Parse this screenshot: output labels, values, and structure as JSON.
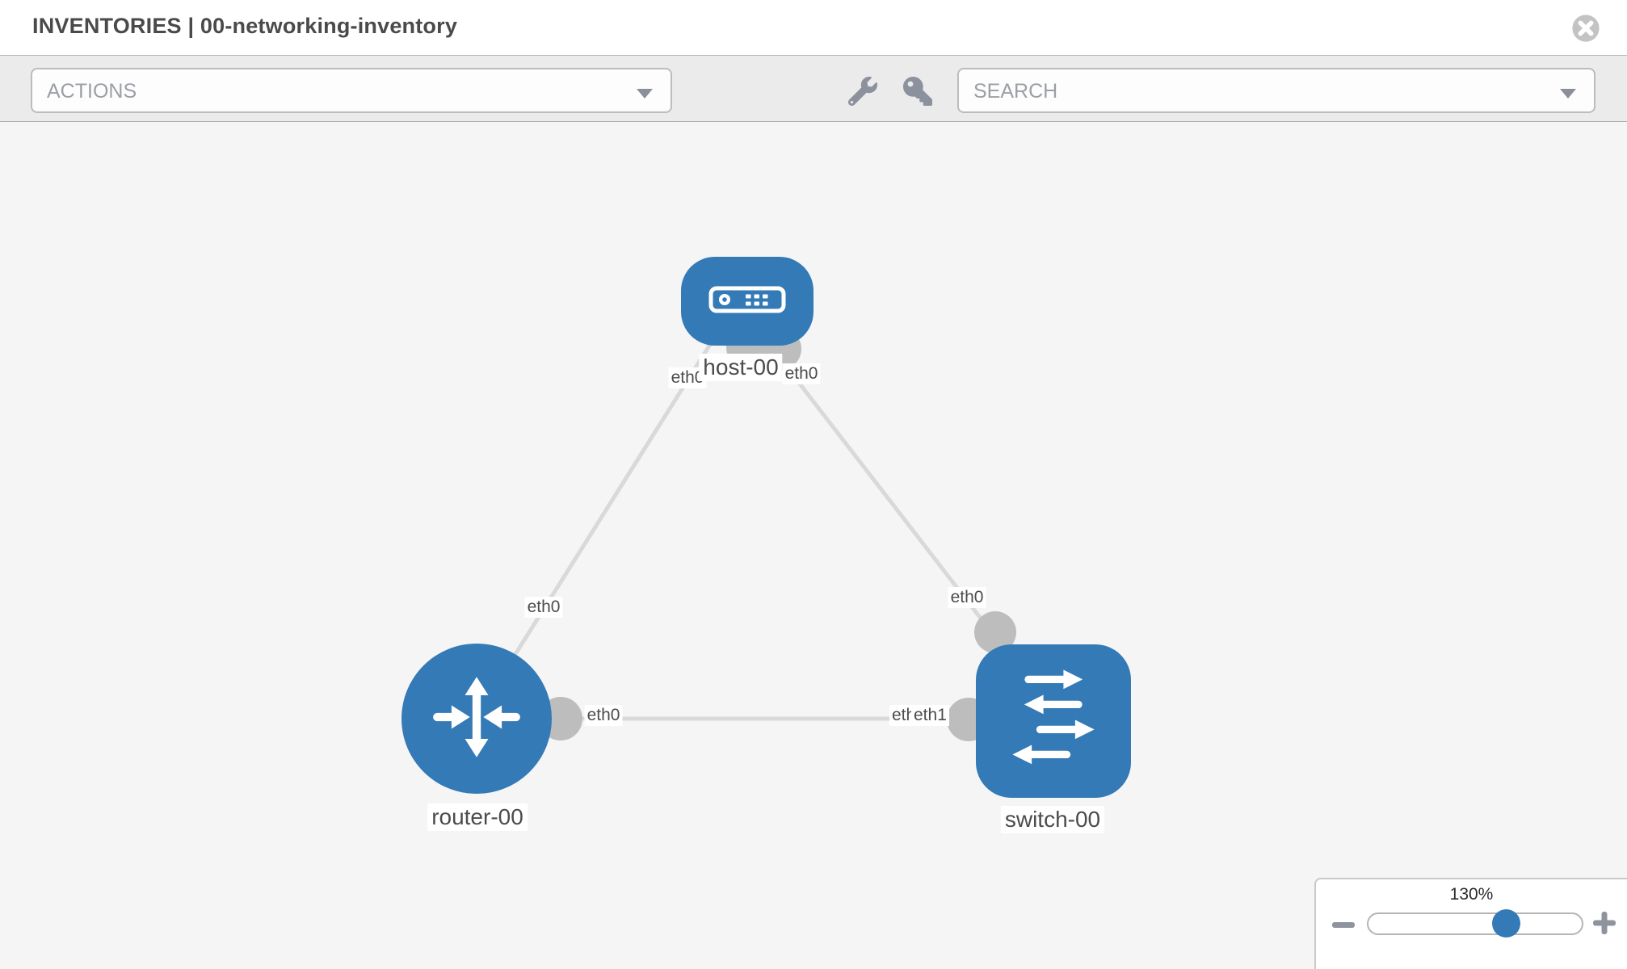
{
  "header": {
    "title": "INVENTORIES | 00-networking-inventory"
  },
  "toolbar": {
    "actions_label": "ACTIONS",
    "search_label": "SEARCH"
  },
  "icons": {
    "header": [
      "close-icon"
    ],
    "toolbar": [
      "chevron-down-icon",
      "wrench-icon",
      "key-icon",
      "chevron-down-icon"
    ],
    "zoom_panel": [
      "minus-icon",
      "plus-icon"
    ],
    "nodes": [
      "server-icon",
      "router-arrows-icon",
      "switch-arrows-icon"
    ]
  },
  "canvas": {
    "nodes": [
      {
        "id": "host-00",
        "label": "host-00",
        "type": "host",
        "shape": "rounded-rect",
        "icon": "server-icon"
      },
      {
        "id": "router-00",
        "label": "router-00",
        "type": "router",
        "shape": "circle",
        "icon": "router-arrows-icon"
      },
      {
        "id": "switch-00",
        "label": "switch-00",
        "type": "switch",
        "shape": "rounded-square",
        "icon": "switch-arrows-icon"
      }
    ],
    "links": [
      {
        "from": "host-00",
        "to": "router-00",
        "from_interface": "eth0",
        "to_interface": "eth0"
      },
      {
        "from": "host-00",
        "to": "switch-00",
        "from_interface": "eth0",
        "to_interface": "eth0"
      },
      {
        "from": "router-00",
        "to": "switch-00",
        "from_interface": "eth0",
        "to_interface": "eth1"
      }
    ],
    "interface_labels": [
      {
        "link": "host-00 - router-00",
        "end": "host-00",
        "text": "eth0"
      },
      {
        "link": "host-00 - router-00",
        "end": "router-00",
        "text": "eth0"
      },
      {
        "link": "host-00 - switch-00",
        "end": "host-00",
        "text": "eth0"
      },
      {
        "link": "host-00 - switch-00",
        "end": "switch-00",
        "text": "eth0"
      },
      {
        "link": "router-00 - switch-00",
        "end": "router-00",
        "text": "eth0"
      },
      {
        "link": "router-00 - switch-00",
        "end": "switch-00",
        "text": "eth0"
      },
      {
        "link": "router-00 - switch-00",
        "end": "switch-00",
        "text": "eth1"
      }
    ]
  },
  "zoom_control": {
    "value": "130%",
    "percent": 130
  },
  "colors": {
    "node_blue": "#337ab7",
    "link_gray": "#d9d9d9",
    "endpoint_gray": "#bdbdbd",
    "icon_gray": "#8b919d",
    "canvas_bg": "#f5f5f5",
    "toolbar_bg": "#ebebeb"
  }
}
